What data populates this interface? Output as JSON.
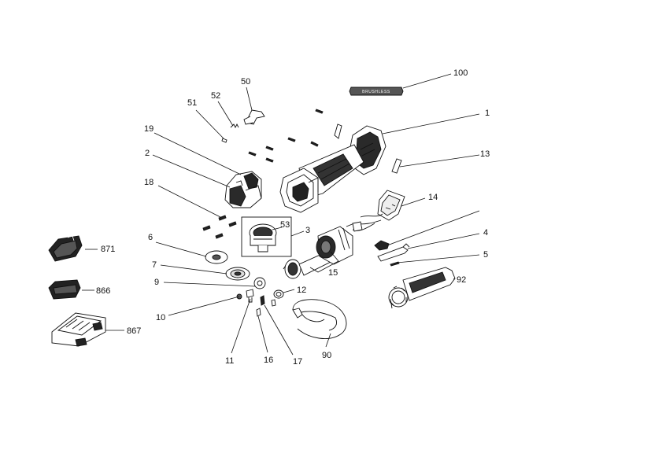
{
  "badge_text": "BRUSHLESS",
  "labels": {
    "p1": "1",
    "p2": "2",
    "p3": "3",
    "p4": "4",
    "p5": "5",
    "p6": "6",
    "p7": "7",
    "p9": "9",
    "p10": "10",
    "p11": "11",
    "p12": "12",
    "p13": "13",
    "p14": "14",
    "p15": "15",
    "p16": "16",
    "p17": "17",
    "p18": "18",
    "p19": "19",
    "p50": "50",
    "p51": "51",
    "p52": "52",
    "p53": "53",
    "p90": "90",
    "p92": "92",
    "p100": "100",
    "p866": "866",
    "p867": "867",
    "p871": "871"
  }
}
